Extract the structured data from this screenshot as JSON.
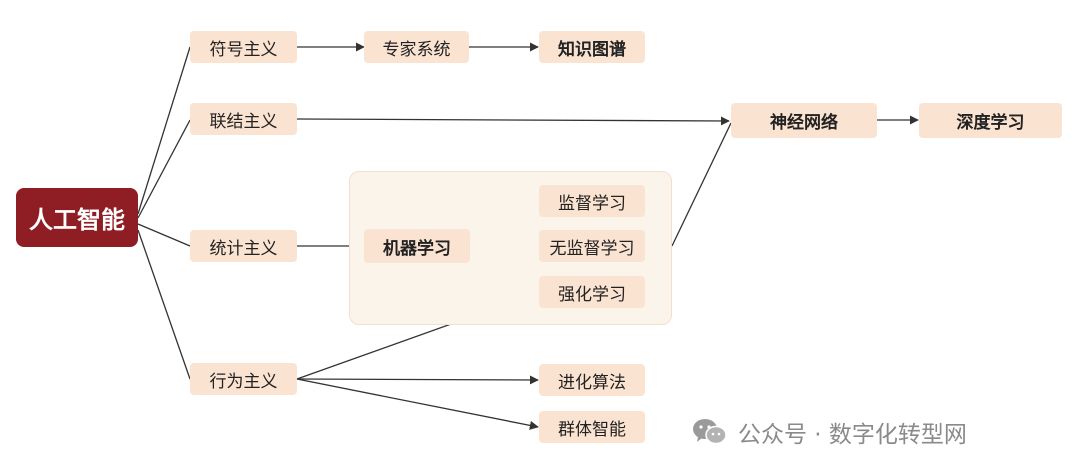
{
  "diagram": {
    "root": {
      "label": "人工智能"
    },
    "nodes": {
      "symbolism": "符号主义",
      "expert_system": "专家系统",
      "knowledge_graph": "知识图谱",
      "connectionism": "联结主义",
      "neural_network": "神经网络",
      "deep_learning": "深度学习",
      "statistics": "统计主义",
      "machine_learning": "机器学习",
      "supervised": "监督学习",
      "unsupervised": "无监督学习",
      "reinforcement": "强化学习",
      "behaviorism": "行为主义",
      "evolutionary": "进化算法",
      "swarm": "群体智能"
    }
  },
  "watermark": {
    "icon": "wechat-icon",
    "text": "公众号 · 数字化转型网"
  },
  "colors": {
    "root_fill": "#8e1d24",
    "node_fill": "#fbe3d2",
    "group_fill": "#fbf4ea",
    "edge": "#333333"
  }
}
